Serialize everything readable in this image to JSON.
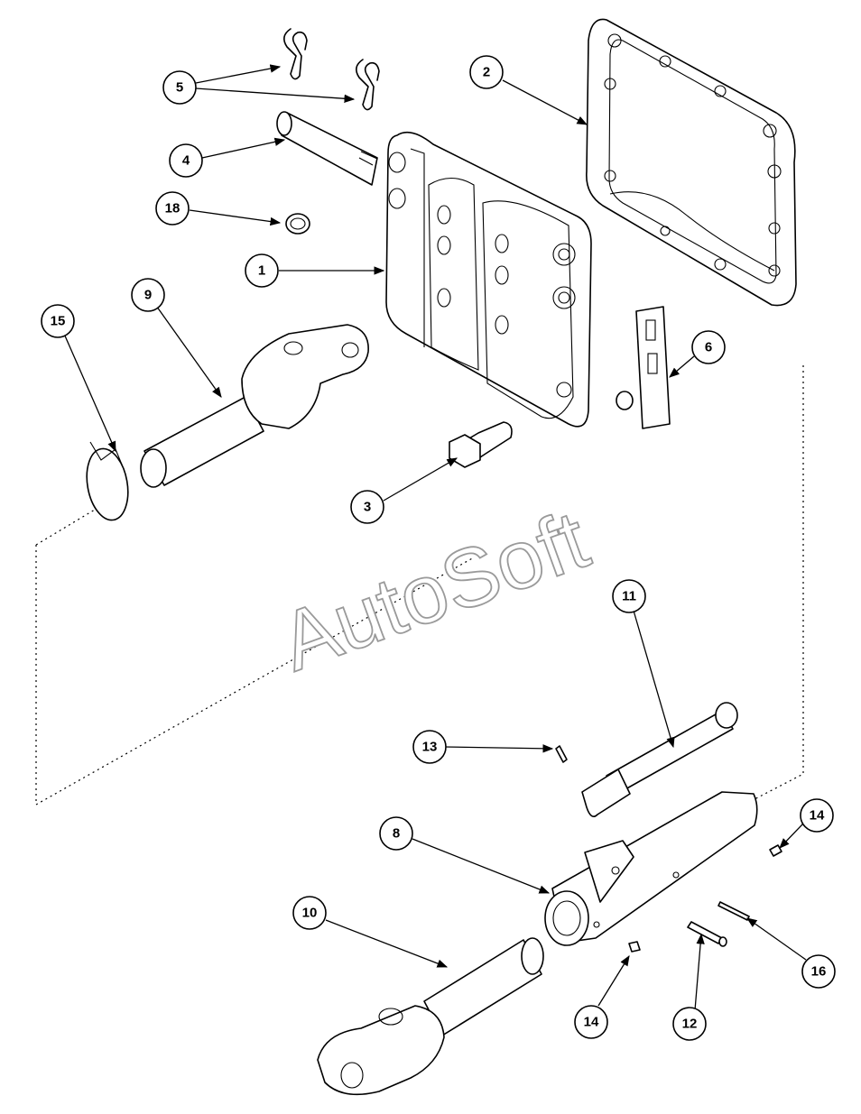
{
  "watermark": "AutoSoft",
  "callouts": {
    "c1": "1",
    "c2": "2",
    "c3": "3",
    "c4": "4",
    "c5": "5",
    "c6": "6",
    "c8": "8",
    "c9": "9",
    "c10": "10",
    "c11": "11",
    "c12": "12",
    "c13": "13",
    "c14a": "14",
    "c14b": "14",
    "c15": "15",
    "c16": "16",
    "c18": "18"
  }
}
